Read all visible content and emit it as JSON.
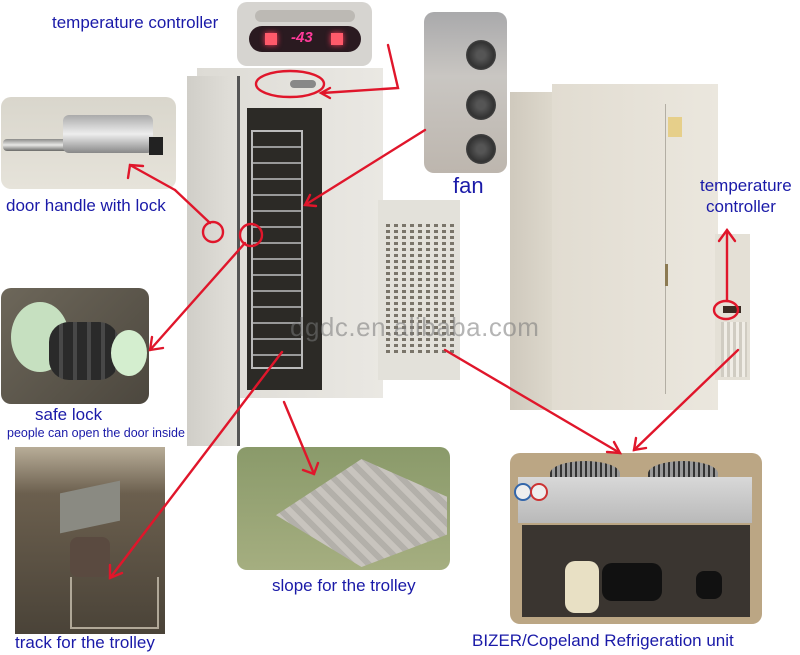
{
  "labels": {
    "temp_controller_top": "temperature controller",
    "door_handle": "door handle with lock",
    "fan": "fan",
    "temp_controller_right_line1": "temperature",
    "temp_controller_right_line2": "controller",
    "safe_lock": "safe lock",
    "safe_lock_note": "people can open the door inside",
    "track": "track for the trolley",
    "slope": "slope for the trolley",
    "refrigeration_unit": "BIZER/Copeland Refrigeration unit"
  },
  "controller_display": {
    "reading": "-43"
  },
  "watermark": "dgdc.en.alibaba.com",
  "colors": {
    "label_text": "#1a1aa8",
    "arrow": "#e0162b",
    "cabinet": "#e4e2dc",
    "display_bg": "#2a1a20",
    "display_led": "#ff3a5a"
  }
}
